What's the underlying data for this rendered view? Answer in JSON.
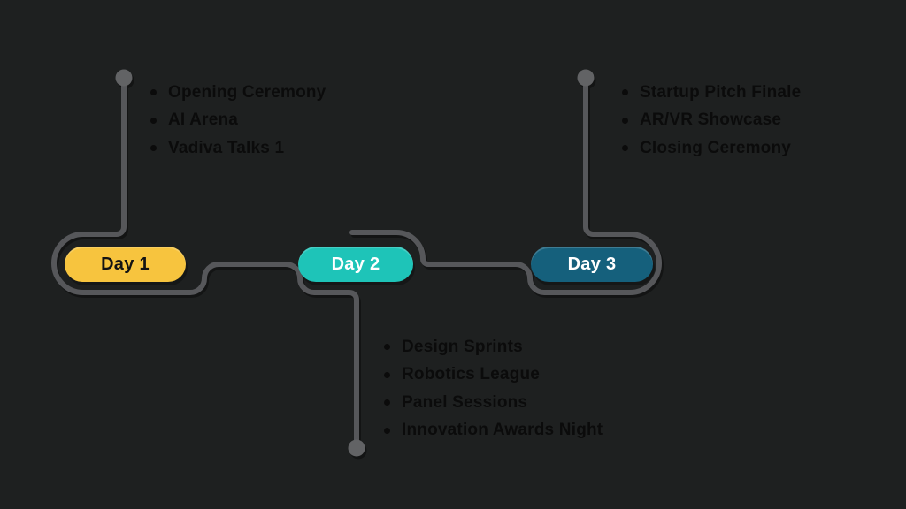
{
  "canvas": {
    "background": "#1E2020"
  },
  "timeline": {
    "connector_color": "#56575A",
    "endpoint_dot_color": "#626365",
    "event_text_color": "#0B0B0B"
  },
  "days": [
    {
      "label": "Day 1",
      "pill_color": "#F7C43E",
      "label_color": "#131313",
      "events": [
        "Opening Ceremony",
        "AI Arena",
        "Vadiva Talks 1"
      ]
    },
    {
      "label": "Day 2",
      "pill_color": "#1EC4B8",
      "label_color": "#FFFFFF",
      "events": [
        "Design Sprints",
        "Robotics League",
        "Panel Sessions",
        "Innovation Awards Night"
      ]
    },
    {
      "label": "Day 3",
      "pill_color": "#15607C",
      "label_color": "#FFFFFF",
      "events": [
        "Startup Pitch Finale",
        "AR/VR Showcase",
        "Closing Ceremony"
      ]
    }
  ]
}
